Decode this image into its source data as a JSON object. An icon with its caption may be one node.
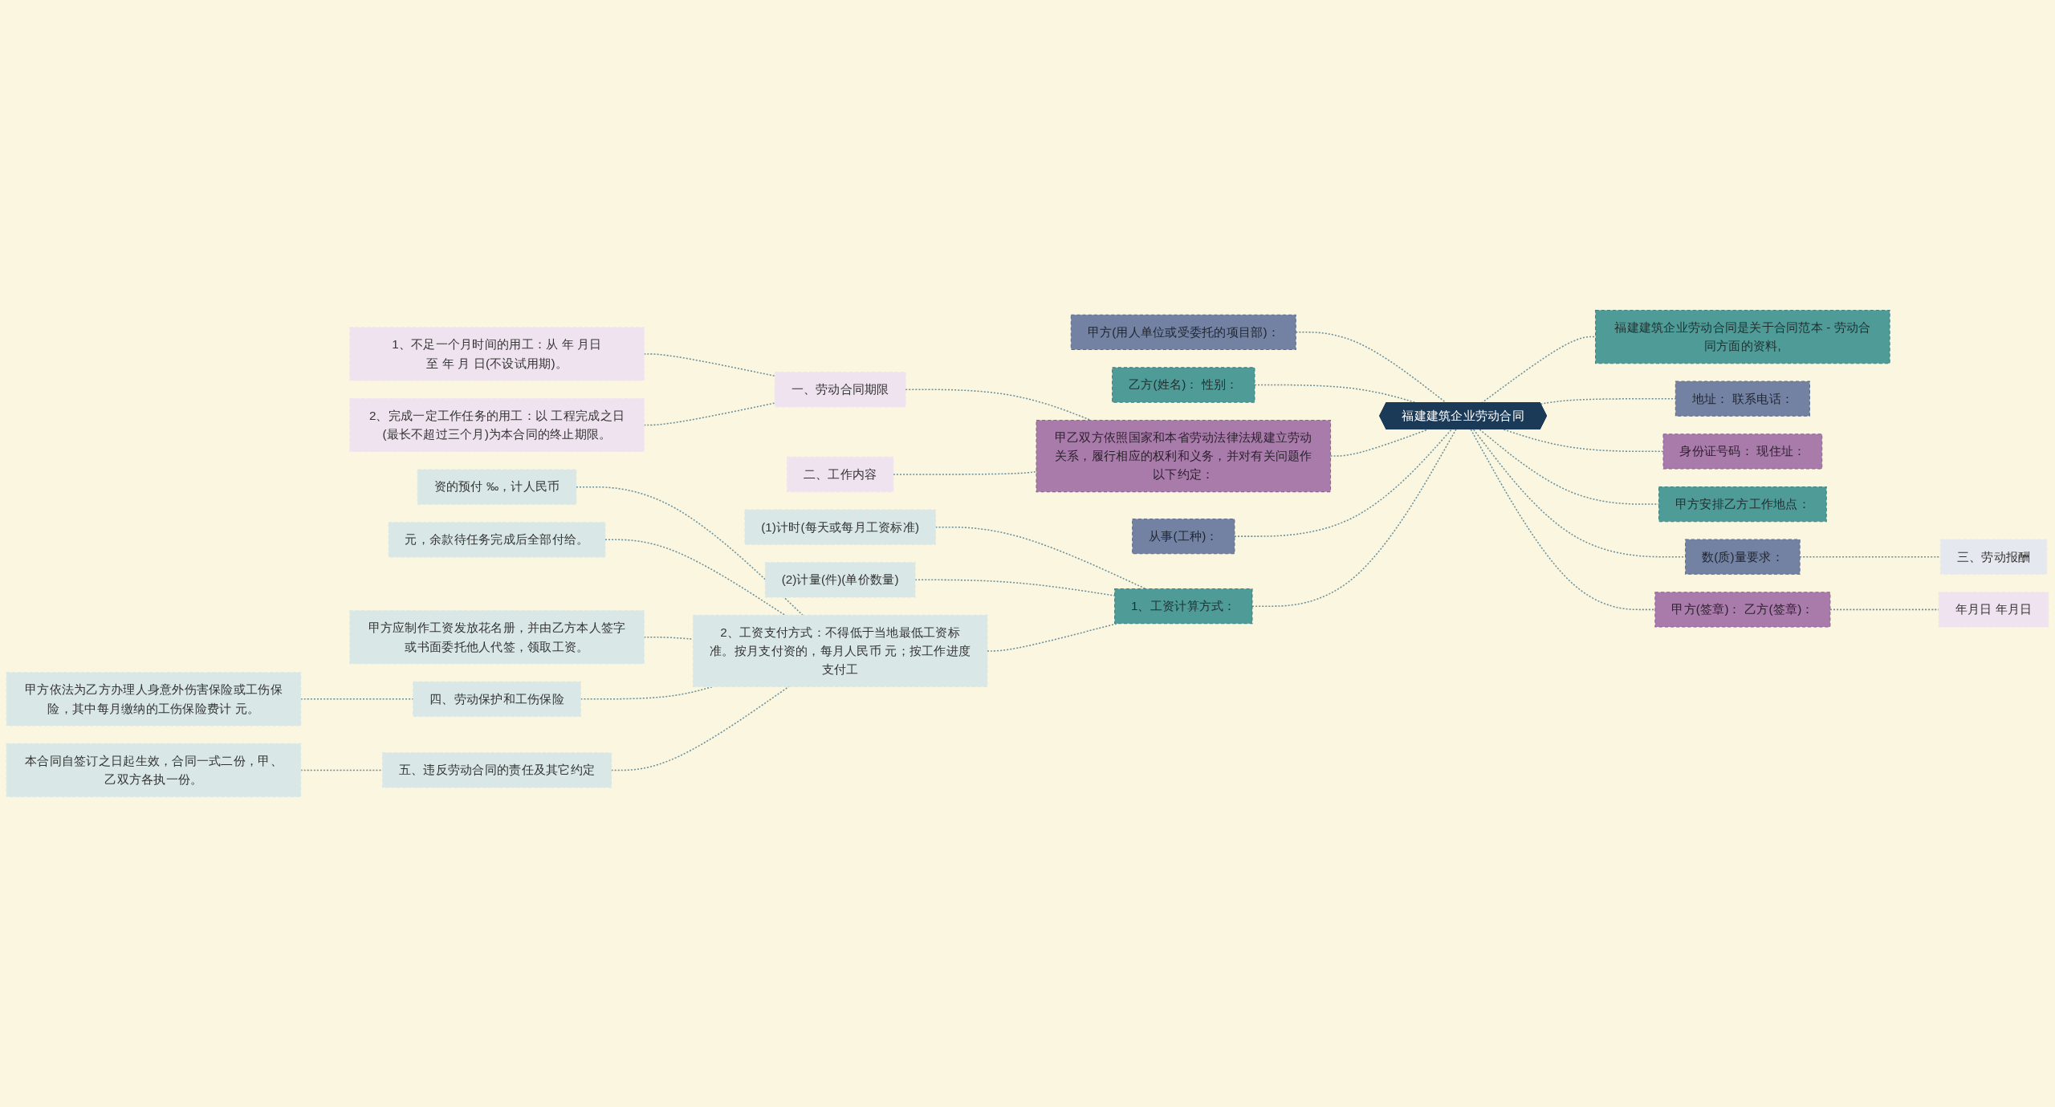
{
  "diagram": {
    "nodes": [
      {
        "text": [
          "福建建筑企业劳动合同"
        ]
      },
      {
        "text": [
          "甲方(用人单位或受委托的项目部)："
        ]
      },
      {
        "text": [
          "乙方(姓名)： 性别："
        ]
      },
      {
        "text": [
          "甲乙双方依照国家和本省劳动法律法规建立劳动关系，履行相应的权利和义务，并对有关问题作以下约定："
        ]
      },
      {
        "text": [
          "一、劳动合同期限"
        ]
      },
      {
        "text": [
          "1、不足一个月时间的用工：从 年 月日至 年 月 日(不设试用期)。"
        ]
      },
      {
        "text": [
          "2、完成一定工作任务的用工：以 工程完成之日(最长不超过三个月)为本合同的终止期限。"
        ]
      },
      {
        "text": [
          "二、工作内容"
        ]
      },
      {
        "text": [
          "从事(工种)："
        ]
      },
      {
        "text": [
          "1、工资计算方式："
        ]
      },
      {
        "text": [
          "(1)计时(每天或每月工资标准)"
        ]
      },
      {
        "text": [
          "(2)计量(件)(单价数量)"
        ]
      },
      {
        "text": [
          "2、工资支付方式：不得低于当地最低工资标准。按月支付资的，每月人民币 元；按工作进度支付工"
        ]
      },
      {
        "text": [
          "资的预付 ‰，计人民币"
        ]
      },
      {
        "text": [
          "元，余款待任务完成后全部付给。"
        ]
      },
      {
        "text": [
          "甲方应制作工资发放花名册，并由乙方本人签字或书面委托他人代签，领取工资。"
        ]
      },
      {
        "text": [
          "四、劳动保护和工伤保险"
        ]
      },
      {
        "text": [
          "甲方依法为乙方办理人身意外伤害保险或工伤保险，其中每月缴纳的工伤保险费计 元。"
        ]
      },
      {
        "text": [
          "五、违反劳动合同的责任及其它约定"
        ]
      },
      {
        "text": [
          "本合同自签订之日起生效，合同一式二份，甲、乙双方各执一份。"
        ]
      },
      {
        "text": [
          "福建建筑企业劳动合同是关于合同范本 - 劳动合同方面的资料,"
        ]
      },
      {
        "text": [
          "地址： 联系电话："
        ]
      },
      {
        "text": [
          "身份证号码： 现住址："
        ]
      },
      {
        "text": [
          "甲方安排乙方工作地点："
        ]
      },
      {
        "text": [
          "数(质)量要求："
        ]
      },
      {
        "text": [
          "三、劳动报酬"
        ]
      },
      {
        "text": [
          "甲方(签章)： 乙方(签章)："
        ]
      },
      {
        "text": [
          "年月日 年月日"
        ]
      }
    ],
    "edges": [
      {
        "from": 0,
        "to": 1,
        "arrow": "none",
        "style": "dashed"
      },
      {
        "from": 0,
        "to": 2,
        "arrow": "none",
        "style": "dashed"
      },
      {
        "from": 0,
        "to": 3,
        "arrow": "none",
        "style": "dashed"
      },
      {
        "from": 3,
        "to": 4,
        "arrow": "none",
        "style": "dashed"
      },
      {
        "from": 4,
        "to": 5,
        "arrow": "none",
        "style": "dashed"
      },
      {
        "from": 4,
        "to": 6,
        "arrow": "none",
        "style": "dashed"
      },
      {
        "from": 3,
        "to": 7,
        "arrow": "none",
        "style": "dashed"
      },
      {
        "from": 0,
        "to": 8,
        "arrow": "none",
        "style": "dashed"
      },
      {
        "from": 0,
        "to": 9,
        "arrow": "none",
        "style": "dashed"
      },
      {
        "from": 9,
        "to": 10,
        "arrow": "none",
        "style": "dashed"
      },
      {
        "from": 9,
        "to": 11,
        "arrow": "none",
        "style": "dashed"
      },
      {
        "from": 9,
        "to": 12,
        "arrow": "none",
        "style": "dashed"
      },
      {
        "from": 12,
        "to": 13,
        "arrow": "none",
        "style": "dashed"
      },
      {
        "from": 12,
        "to": 14,
        "arrow": "none",
        "style": "dashed"
      },
      {
        "from": 12,
        "to": 15,
        "arrow": "none",
        "style": "dashed"
      },
      {
        "from": 12,
        "to": 16,
        "arrow": "none",
        "style": "dashed"
      },
      {
        "from": 16,
        "to": 17,
        "arrow": "none",
        "style": "dashed"
      },
      {
        "from": 12,
        "to": 18,
        "arrow": "none",
        "style": "dashed"
      },
      {
        "from": 18,
        "to": 19,
        "arrow": "none",
        "style": "dashed"
      },
      {
        "from": 0,
        "to": 20,
        "arrow": "none",
        "style": "dashed"
      },
      {
        "from": 0,
        "to": 21,
        "arrow": "none",
        "style": "dashed"
      },
      {
        "from": 0,
        "to": 22,
        "arrow": "none",
        "style": "dashed"
      },
      {
        "from": 0,
        "to": 23,
        "arrow": "none",
        "style": "dashed"
      },
      {
        "from": 0,
        "to": 24,
        "arrow": "none",
        "style": "dashed"
      },
      {
        "from": 24,
        "to": 25,
        "arrow": "none",
        "style": "dashed"
      },
      {
        "from": 0,
        "to": 26,
        "arrow": "none",
        "style": "dashed"
      },
      {
        "from": 26,
        "to": 27,
        "arrow": "none",
        "style": "dashed"
      }
    ]
  }
}
